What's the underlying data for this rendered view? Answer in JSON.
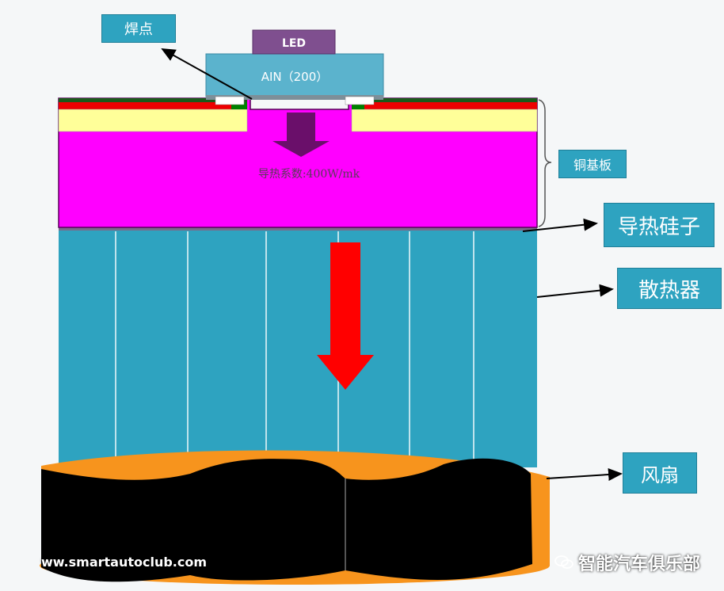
{
  "labels": {
    "solder": "焊点",
    "led": "LED",
    "substrate": "AIN（200）",
    "copper_board": "铜基板",
    "conductivity": "导热系数:400W/mk",
    "thermal_grease": "导热硅子",
    "heatsink": "散热器",
    "fan": "风扇"
  },
  "watermark": {
    "site": "ww.smartautoclub.com",
    "brand": "智能汽车俱乐部"
  },
  "colors": {
    "copper": "#ff00ff",
    "heatsink": "#2ea3c0",
    "fan_body": "#000000",
    "fan_rim": "#f7941d",
    "arrow_red": "#ff0000",
    "arrow_purple": "#6a0f6a",
    "yellow_layer": "#ffff99",
    "red_layer": "#ee0000",
    "green_pad": "#008000",
    "led_purple": "#7f4f8f"
  }
}
